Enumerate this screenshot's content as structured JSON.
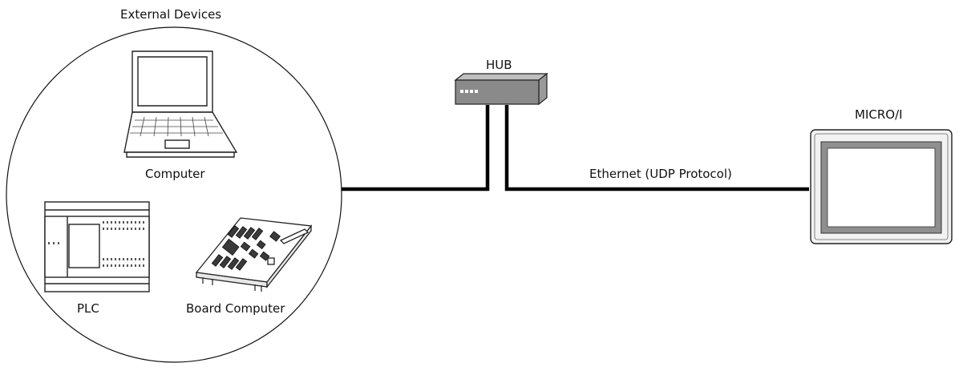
{
  "diagram": {
    "group_label": "External Devices",
    "devices": {
      "computer": "Computer",
      "plc": "PLC",
      "board_computer": "Board Computer"
    },
    "hub_label": "HUB",
    "display_label": "MICRO/I",
    "link_label": "Ethernet (UDP Protocol)"
  }
}
